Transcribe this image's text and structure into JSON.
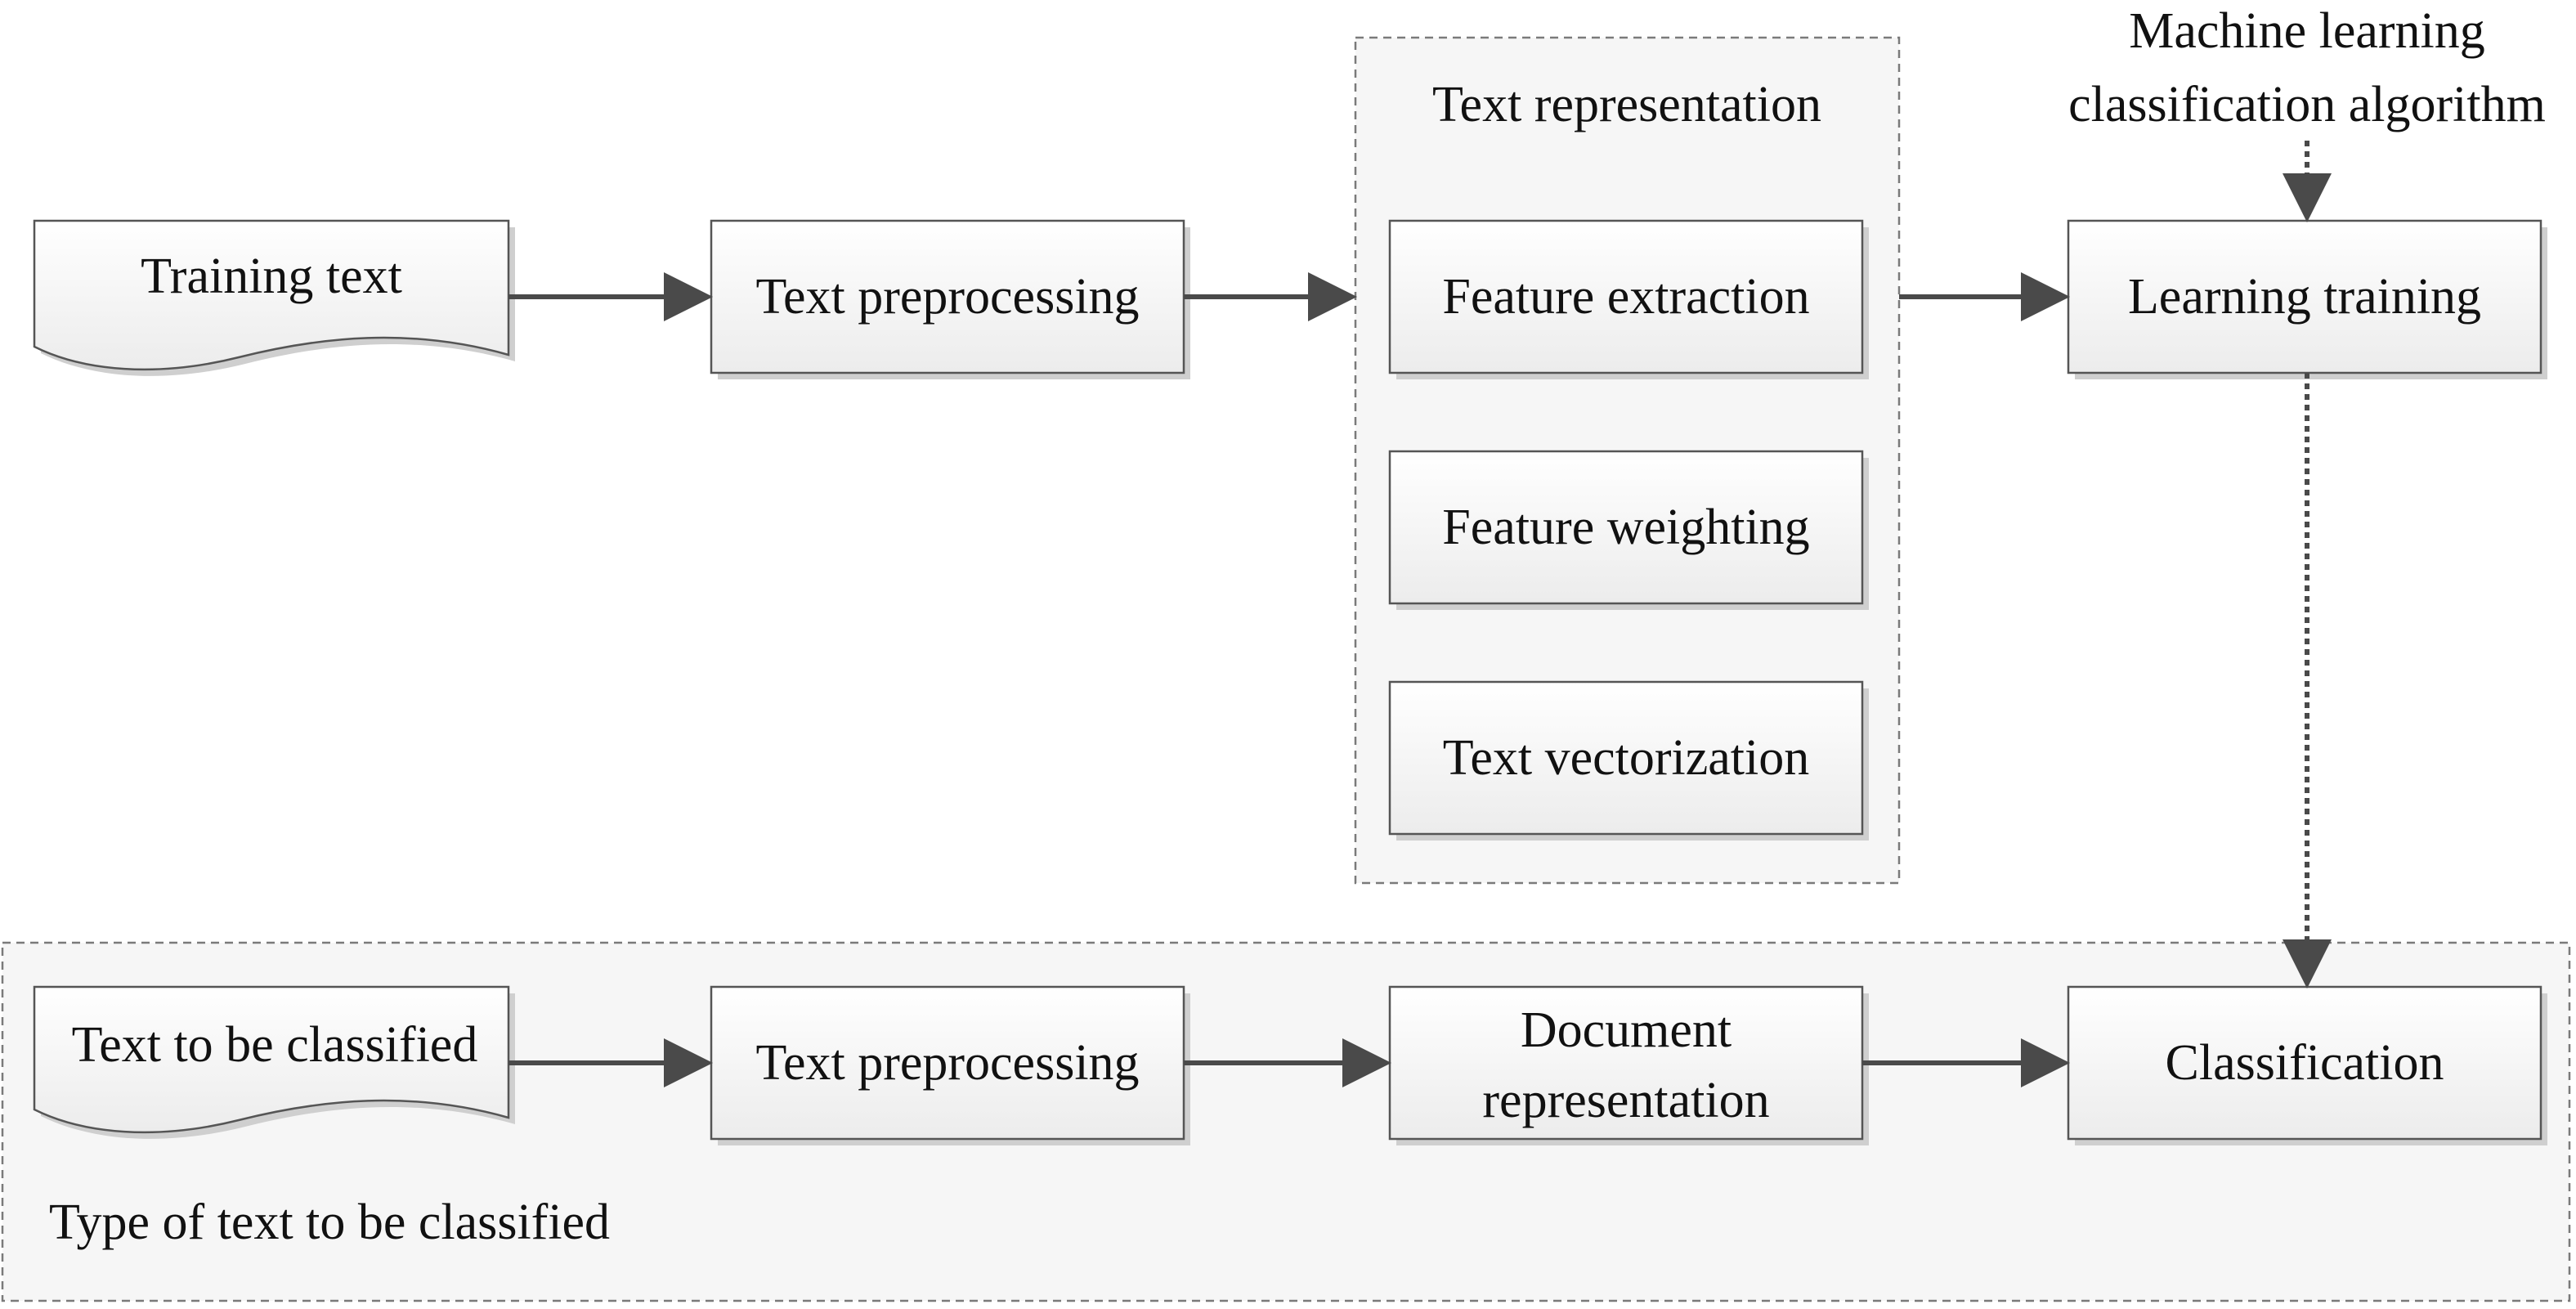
{
  "top_flow": {
    "training_text": "Training text",
    "preprocessing": "Text preprocessing",
    "learning_training": "Learning training"
  },
  "text_representation": {
    "title": "Text representation",
    "feature_extraction": "Feature extraction",
    "feature_weighting": "Feature weighting",
    "text_vectorization": "Text vectorization"
  },
  "algorithm_label": {
    "line1": "Machine learning",
    "line2": "classification algorithm"
  },
  "bottom_flow": {
    "group_label": "Type of text to be classified",
    "text_to_classify": "Text to be classified",
    "preprocessing": "Text preprocessing",
    "document_representation_line1": "Document",
    "document_representation_line2": "representation",
    "classification": "Classification"
  }
}
